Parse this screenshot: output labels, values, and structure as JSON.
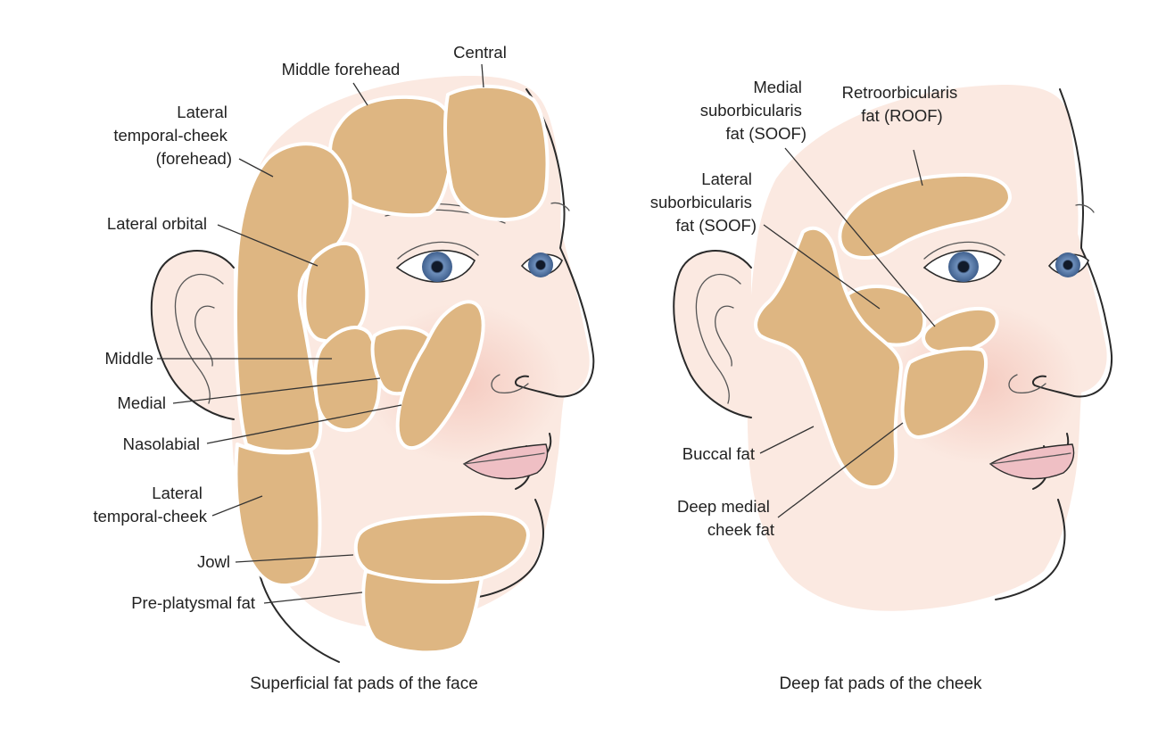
{
  "colors": {
    "fat_pad": "#deb682",
    "skin": "#fbe9e1",
    "skin_shadow": "#f3cfc3",
    "iris": "#4d6f9e",
    "lips": "#efbfc4",
    "line": "#2a2a2a"
  },
  "left_panel": {
    "caption": "Superficial fat pads of the face",
    "labels": {
      "middle_forehead": "Middle forehead",
      "central": "Central",
      "lateral_temporal_cheek_forehead": [
        "Lateral",
        "temporal-cheek",
        "(forehead)"
      ],
      "lateral_orbital": "Lateral orbital",
      "middle": "Middle",
      "medial": "Medial",
      "nasolabial": "Nasolabial",
      "lateral_temporal_cheek": [
        "Lateral",
        "temporal-cheek"
      ],
      "jowl": "Jowl",
      "pre_platysmal_fat": "Pre-platysmal fat"
    }
  },
  "right_panel": {
    "caption": "Deep fat pads of the cheek",
    "labels": {
      "medial_soof": [
        "Medial",
        "suborbicularis",
        "fat (SOOF)"
      ],
      "roof": [
        "Retroorbicularis",
        "fat (ROOF)"
      ],
      "lateral_soof": [
        "Lateral",
        "suborbicularis",
        "fat (SOOF)"
      ],
      "buccal_fat": "Buccal fat",
      "deep_medial_cheek_fat": [
        "Deep medial",
        "cheek fat"
      ]
    }
  }
}
